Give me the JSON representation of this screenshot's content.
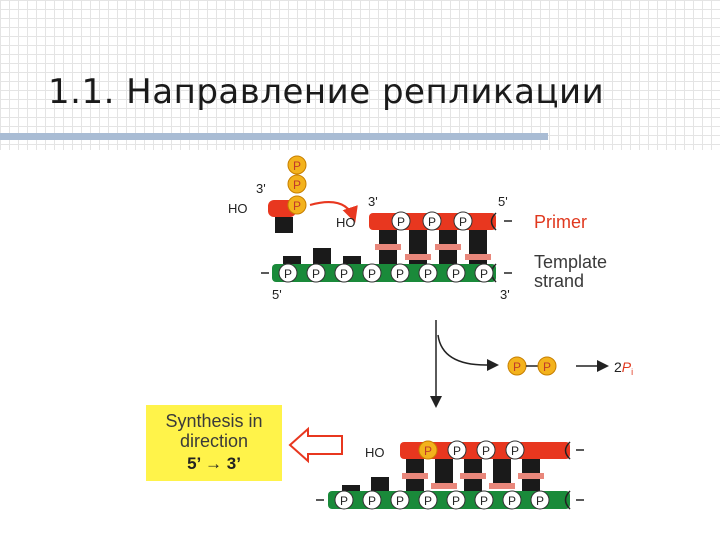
{
  "slide": {
    "title": "1.1. Направление репликации"
  },
  "diagram": {
    "incoming_nucleotide": {
      "label_3prime": "3'",
      "label_ho": "HO",
      "phosphate_labels": [
        "P",
        "P",
        "P"
      ]
    },
    "top_duplex": {
      "ho_label": "HO",
      "primer_3prime": "3'",
      "primer_5prime": "5'",
      "template_5prime": "5'",
      "template_3prime": "3'",
      "primer_phosphates": [
        "P",
        "P",
        "P"
      ],
      "template_phosphates": [
        "P",
        "P",
        "P",
        "P",
        "P",
        "P",
        "P",
        "P"
      ]
    },
    "labels": {
      "primer": "Primer",
      "template_line1": "Template",
      "template_line2": "strand"
    },
    "pyrophosphate": {
      "phosphate_labels": [
        "P",
        "P"
      ],
      "product_coef": "2",
      "product_symbol": "P",
      "product_sub": "i"
    },
    "bottom_duplex": {
      "ho_label": "HO",
      "primer_phosphates": [
        "P",
        "P",
        "P",
        "P"
      ],
      "template_phosphates": [
        "P",
        "P",
        "P",
        "P",
        "P",
        "P",
        "P",
        "P"
      ]
    },
    "synthesis_box": {
      "line1": "Synthesis in",
      "line2": "direction",
      "line3": "5’ → 3’"
    },
    "colors": {
      "primer_backbone": "#e8371f",
      "template_backbone": "#1a8a3a",
      "phosphate_circle": "#ffffff",
      "incoming_phosphate": "#f3b21c",
      "base_dark": "#1a1a1a",
      "hbond_pink": "#e9877b",
      "label_red": "#e0381e",
      "label_gray": "#3a3a3a",
      "box_yellow": "#fff34a",
      "arrow_red": "#e8371f"
    }
  }
}
